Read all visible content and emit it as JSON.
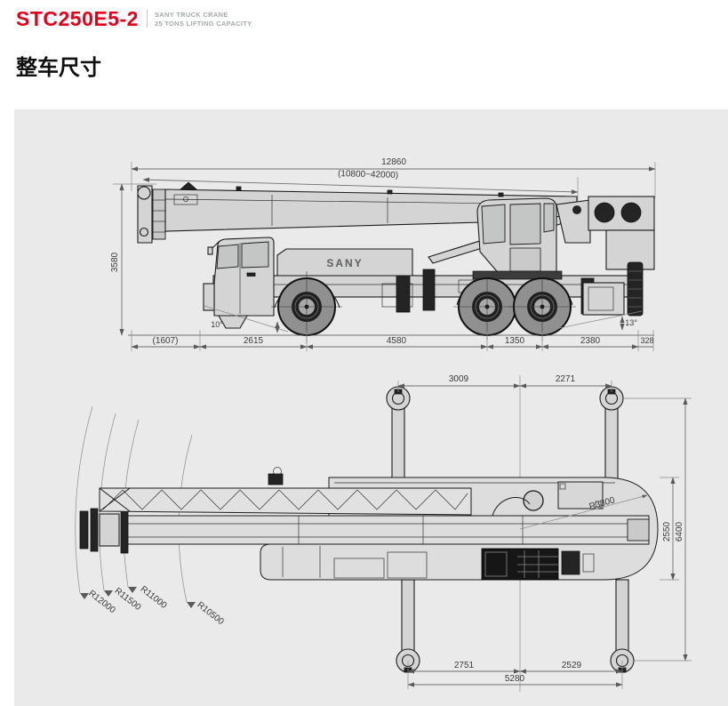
{
  "header": {
    "model": "STC250E5-2",
    "tagline1": "SANY TRUCK CRANE",
    "tagline2": "25 TONS LIFTING CAPACITY",
    "accent_color": "#e2001a"
  },
  "section_title": "整车尺寸",
  "colors": {
    "panel_background": "#e9eae9",
    "machine_fill": "#d3d4d3",
    "dimension_line": "#6f6f6f"
  },
  "side_view": {
    "brand_logo": "SANY",
    "dims": {
      "overall_length": "12860",
      "boom_length_range": "(10800~42000)",
      "overall_height": "3580",
      "front_overhang": "(1607)",
      "front_section": "2615",
      "wheelbase": "4580",
      "rear_axle_gap": "1350",
      "rear_overhang": "2380",
      "rear_edge": "328",
      "approach_angle": "10°",
      "departure_angle": "13°"
    }
  },
  "plan_view": {
    "dims": {
      "front_outrigger_to_center": "3009",
      "center_to_rear_outrigger": "2271",
      "outrigger_front_span": "2751",
      "outrigger_rear_span": "2529",
      "outrigger_longitudinal_span": "5280",
      "body_width": "2550",
      "outrigger_transverse_span": "6400",
      "tail_swing_radius": "R3300",
      "turning_radius_outer": "R12000",
      "turning_radius_3": "R11500",
      "turning_radius_2": "R11000",
      "turning_radius_inner": "R10500"
    }
  }
}
